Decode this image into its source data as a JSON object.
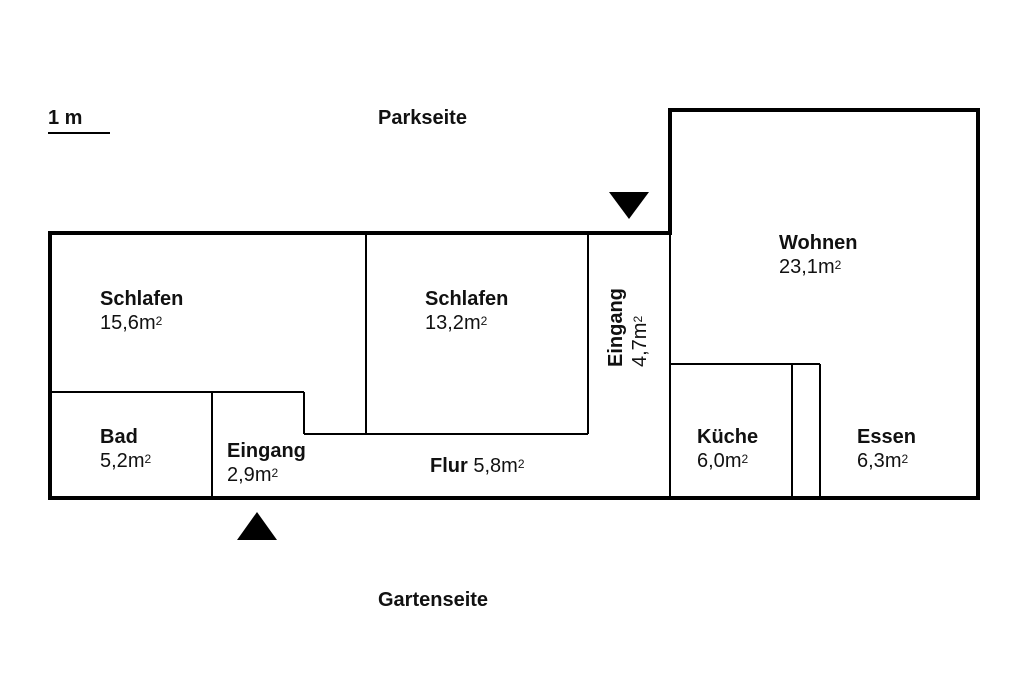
{
  "scale": {
    "label": "1 m"
  },
  "sides": {
    "top": "Parkseite",
    "bottom": "Gartenseite"
  },
  "area_unit": "m",
  "area_exponent": "2",
  "rooms": [
    {
      "name": "Schlafen",
      "area": "15,6"
    },
    {
      "name": "Schlafen",
      "area": "13,2"
    },
    {
      "name": "Eingang",
      "area": "4,7"
    },
    {
      "name": "Wohnen",
      "area": "23,1"
    },
    {
      "name": "Bad",
      "area": "5,2"
    },
    {
      "name": "Eingang",
      "area": "2,9"
    },
    {
      "name": "Flur",
      "area": "5,8"
    },
    {
      "name": "Küche",
      "area": "6,0"
    },
    {
      "name": "Essen",
      "area": "6,3"
    }
  ]
}
